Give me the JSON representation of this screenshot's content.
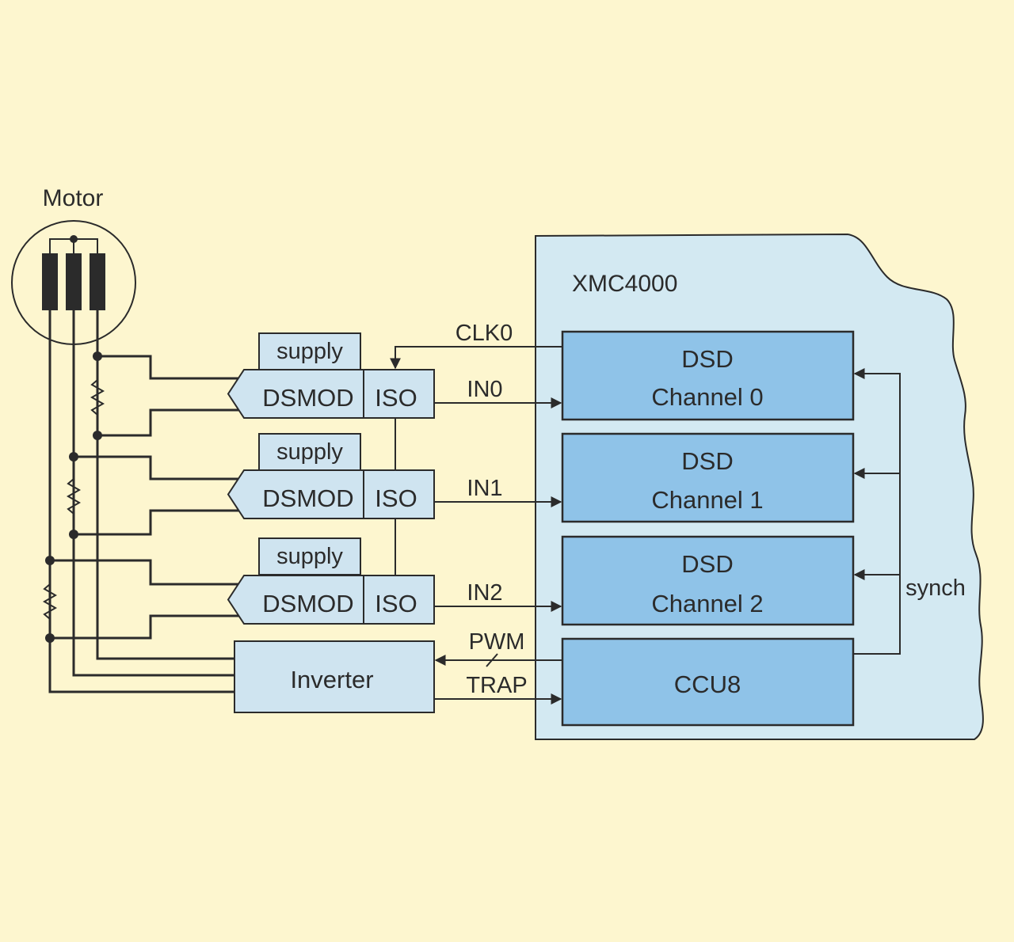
{
  "motor": {
    "label": "Motor"
  },
  "mcu": {
    "label": "XMC4000"
  },
  "supplies": [
    "supply",
    "supply",
    "supply"
  ],
  "modulators": [
    "DSMOD",
    "DSMOD",
    "DSMOD"
  ],
  "isolators": [
    "ISO",
    "ISO",
    "ISO"
  ],
  "inverter": {
    "label": "Inverter"
  },
  "channels": [
    {
      "line1": "DSD",
      "line2": "Channel 0"
    },
    {
      "line1": "DSD",
      "line2": "Channel 1"
    },
    {
      "line1": "DSD",
      "line2": "Channel 2"
    }
  ],
  "ccu": {
    "label": "CCU8"
  },
  "signals": {
    "clk": "CLK0",
    "in0": "IN0",
    "in1": "IN1",
    "in2": "IN2",
    "pwm": "PWM",
    "trap": "TRAP",
    "synch": "synch"
  },
  "colors": {
    "background": "#fdf6cf",
    "mcu_fill": "#d3e9f2",
    "channel_fill": "#8fc3e8",
    "box_fill": "#cfe4f0",
    "line": "#2b2b2b"
  }
}
